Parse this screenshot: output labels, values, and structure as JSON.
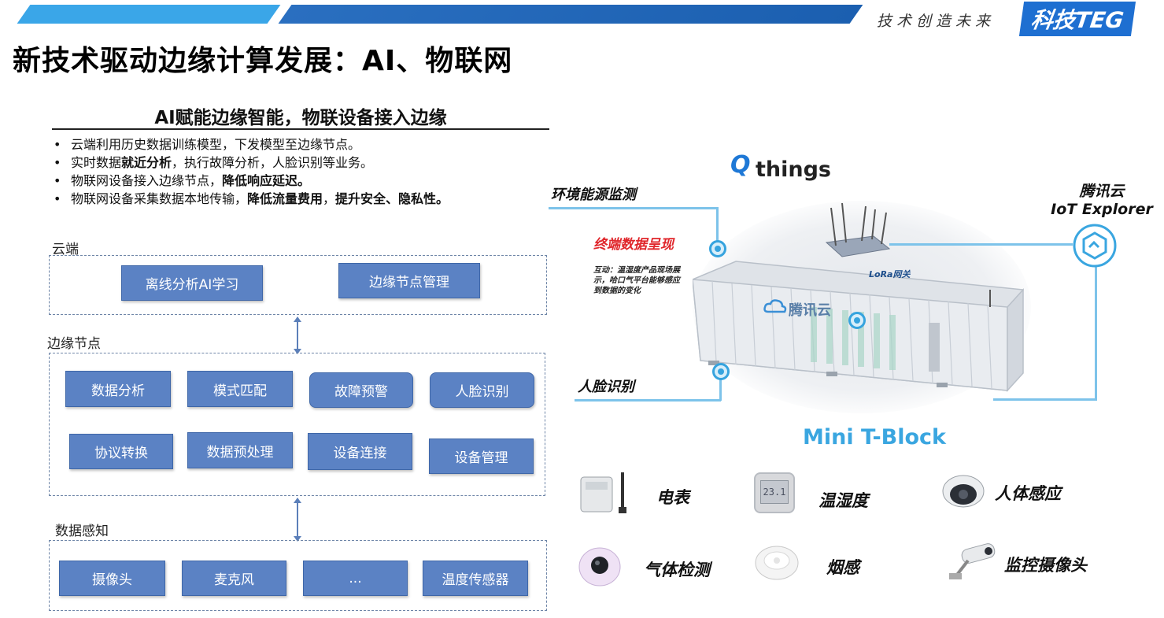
{
  "banner": {
    "slogan": "技术创造未来",
    "brand": "科技TEG"
  },
  "page_title": "新技术驱动边缘计算发展：AI、物联网",
  "left": {
    "subtitle": "AI赋能边缘智能，物联设备接入边缘",
    "bullets": [
      {
        "pre": "云端利用历史数据训练模型，下发模型至边缘节点。",
        "bold": "",
        "mid": "",
        "bold2": "",
        "post": ""
      },
      {
        "pre": "实时数据",
        "bold": "就近分析",
        "mid": "，执行故障分析，人脸识别等业务。",
        "bold2": "",
        "post": ""
      },
      {
        "pre": "物联网设备接入边缘节点，",
        "bold": "降低响应延迟。",
        "mid": "",
        "bold2": "",
        "post": ""
      },
      {
        "pre": "物联网设备采集数据本地传输，",
        "bold": "降低流量费用",
        "mid": "，",
        "bold2": "提升安全、隐私性。",
        "post": ""
      }
    ],
    "cloud": {
      "label": "云端",
      "boxes": [
        "离线分析AI学习",
        "边缘节点管理"
      ]
    },
    "edge": {
      "label": "边缘节点",
      "boxes": [
        "数据分析",
        "模式匹配",
        "故障预警",
        "人脸识别",
        "协议转换",
        "数据预处理",
        "设备连接",
        "设备管理"
      ]
    },
    "sensing": {
      "label": "数据感知",
      "boxes": [
        "摄像头",
        "麦克风",
        "...",
        "温度传感器"
      ]
    }
  },
  "right": {
    "qthings_q": "Q",
    "qthings": "things",
    "env_label": "环境能源监测",
    "terminal_title": "终端数据呈现",
    "terminal_note": "互动：温湿度产品现场展示，哈口气平台能够感应到数据的变化",
    "lora_label": "LoRa网关",
    "container_brand": "腾讯云",
    "face_label": "人脸识别",
    "tencent_cloud": "腾讯云",
    "iot_explorer": "IoT Explorer",
    "mini_tblock": "Mini T-Block",
    "devices": [
      {
        "icon": "electric-meter-icon",
        "label": "电表"
      },
      {
        "icon": "thermo-hygrometer-icon",
        "label": "温湿度"
      },
      {
        "icon": "motion-sensor-icon",
        "label": "人体感应"
      },
      {
        "icon": "gas-detector-icon",
        "label": "气体检测"
      },
      {
        "icon": "smoke-detector-icon",
        "label": "烟感"
      },
      {
        "icon": "surveillance-camera-icon",
        "label": "监控摄像头"
      }
    ],
    "thermo_reading": "23.1"
  },
  "colors": {
    "box_blue": "#5b82c4",
    "accent_cyan": "#3aa6e0",
    "brand_blue": "#1e6fd1",
    "alert_red": "#e0262b"
  }
}
